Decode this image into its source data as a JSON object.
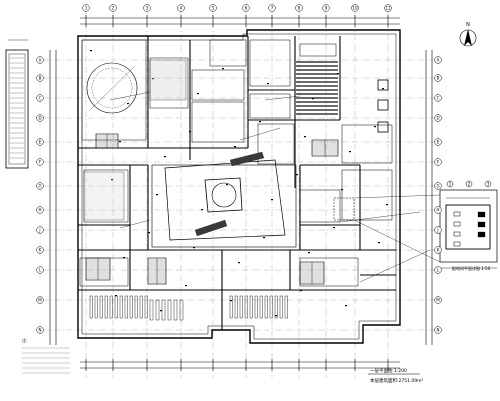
{
  "diagram": {
    "type": "architectural-floor-plan",
    "colors": {
      "line": "#000000",
      "background": "#ffffff",
      "tone": "#cfcfcf",
      "seat": "#3a3a3a"
    },
    "north_arrow_label": "N",
    "axis_top": [
      "1",
      "2",
      "3",
      "4",
      "5",
      "6",
      "7",
      "8",
      "9",
      "10",
      "11"
    ],
    "axis_left": [
      "A",
      "B",
      "C",
      "D",
      "E",
      "F",
      "G",
      "H",
      "J",
      "K",
      "L",
      "M",
      "N"
    ],
    "axis_right": [
      "A",
      "B",
      "C",
      "D",
      "E",
      "F",
      "G",
      "H",
      "J",
      "K",
      "L",
      "M",
      "N"
    ],
    "axis_detail": [
      "1",
      "2",
      "3"
    ],
    "plan_title": "一层平面图 1:200",
    "area_note": "本层建筑面积:2751.09m²",
    "detail_title": "配电间平面详图 1:50",
    "notes_heading": "注:"
  }
}
